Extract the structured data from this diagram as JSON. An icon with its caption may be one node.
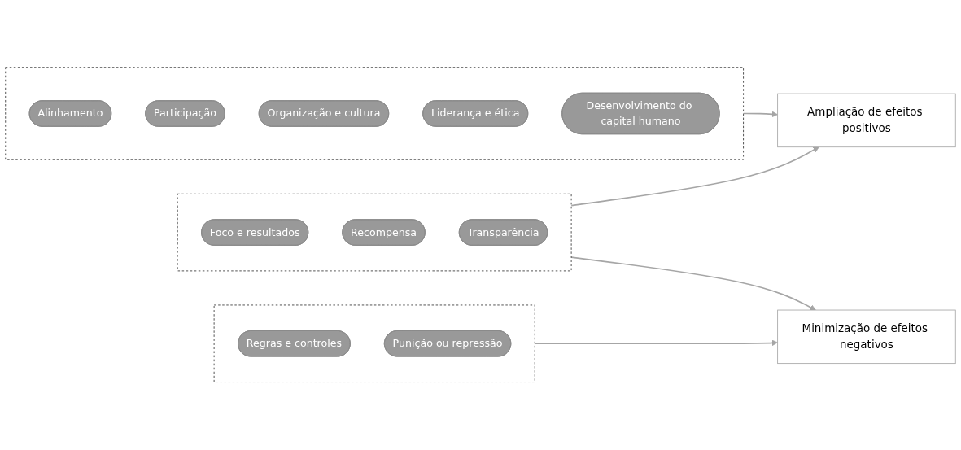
{
  "diagram": {
    "nodes": [
      {
        "text": [],
        "shape": "box"
      },
      {
        "text": [
          "Foco e resultados"
        ],
        "in": 0
      },
      {
        "text": [
          "Recompensa"
        ],
        "in": 0
      },
      {
        "text": [
          "Transparência"
        ],
        "in": 0
      },
      {
        "text": [],
        "shape": "box"
      },
      {
        "text": [
          "Regras e controles"
        ],
        "in": 4
      },
      {
        "text": [
          "Punição ou repressão"
        ],
        "in": 4
      },
      {
        "text": [],
        "shape": "box"
      },
      {
        "text": [
          "Alinhamento"
        ],
        "in": 7
      },
      {
        "text": [
          "Participação"
        ],
        "in": 7
      },
      {
        "text": [
          "Organização e cultura"
        ],
        "in": 7
      },
      {
        "text": [
          "Liderança e ética"
        ],
        "in": 7
      },
      {
        "text": [
          "Desenvolvimento do capital humano"
        ],
        "in": 7
      },
      {
        "text": [
          "Minimização de efeitos negativos"
        ]
      },
      {
        "text": [
          "Ampliação de efeitos positivos"
        ]
      }
    ],
    "edges": [
      {
        "from": 0,
        "to": 13,
        "arrow": "to"
      },
      {
        "from": 0,
        "to": 14,
        "arrow": "to"
      },
      {
        "from": 4,
        "to": 13,
        "arrow": "to"
      },
      {
        "from": 7,
        "to": 14,
        "arrow": "to"
      }
    ]
  }
}
